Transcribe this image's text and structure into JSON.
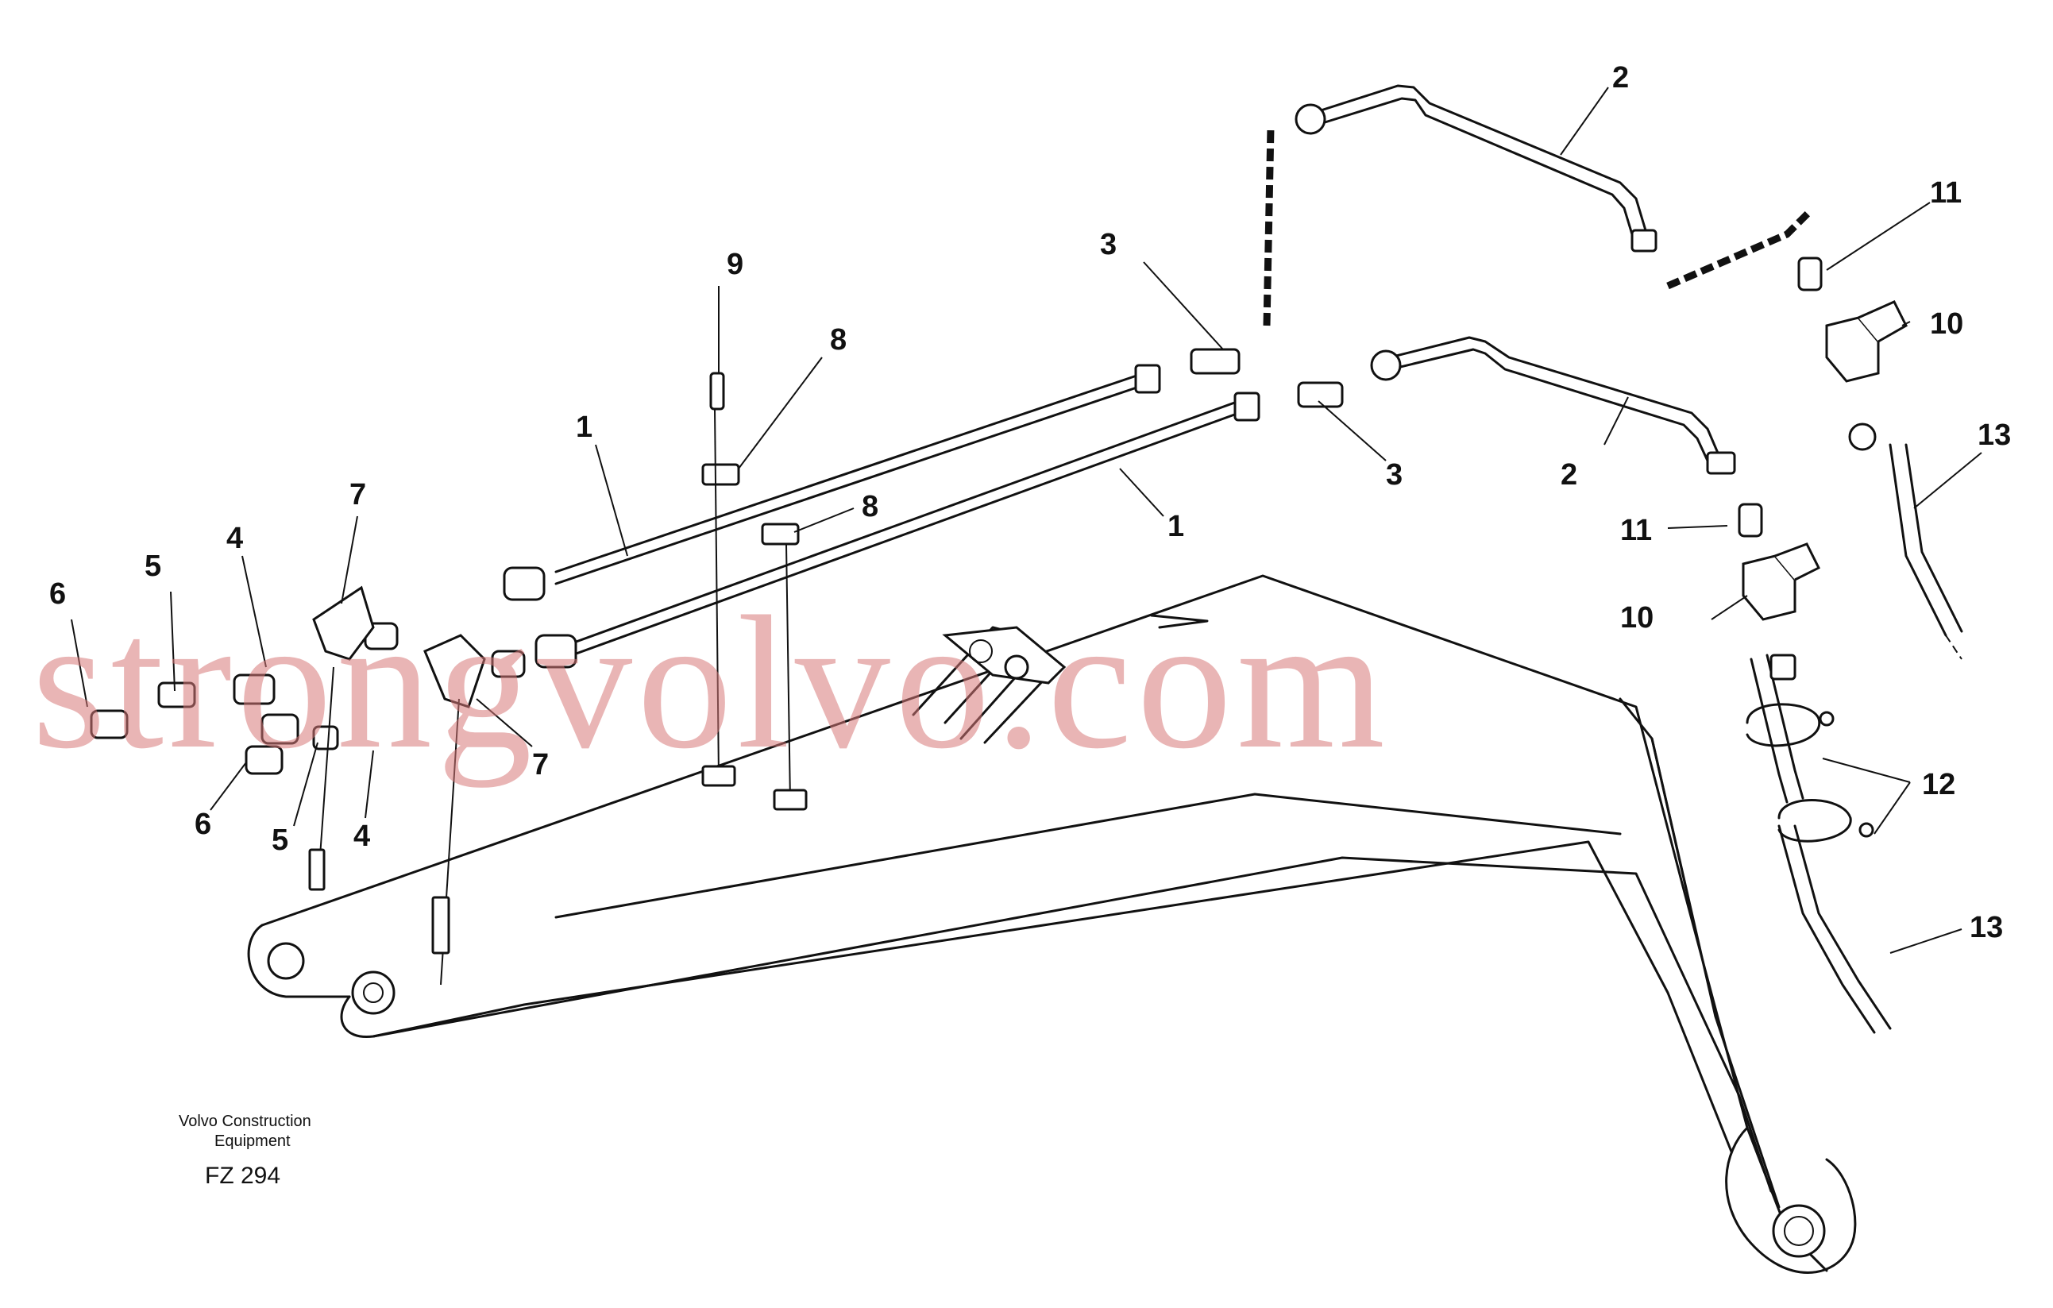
{
  "callouts": [
    "1",
    "1",
    "2",
    "2",
    "3",
    "3",
    "4",
    "4",
    "5",
    "5",
    "6",
    "6",
    "7",
    "7",
    "8",
    "8",
    "9",
    "10",
    "10",
    "11",
    "11",
    "12",
    "13",
    "13"
  ],
  "caption": {
    "line1": "Volvo Construction",
    "line2": "Equipment"
  },
  "figure_code": "FZ 294",
  "watermark": "strongvolvo.com"
}
